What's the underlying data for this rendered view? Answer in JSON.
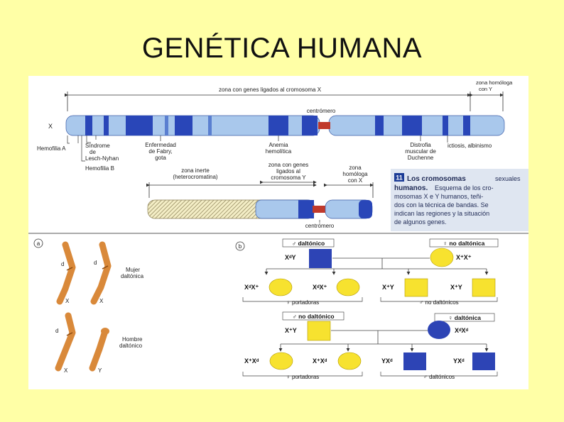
{
  "slide": {
    "title": "GENÉTICA HUMANA"
  },
  "top": {
    "x_zone": "zona con genes ligados al cromosoma X",
    "hom_zone_1": "zona homóloga",
    "hom_zone_2": "con Y",
    "centromere": "centrómero",
    "x_label": "X",
    "hemoA": "Hemofilia A",
    "lesch_1": "Síndrome",
    "lesch_2": "de",
    "lesch_3": "Lesch-Nyhan",
    "hemoB": "Hemofilia B",
    "fabry_1": "Enfermedad",
    "fabry_2": "de Fabry,",
    "fabry_3": "gota",
    "anemia_1": "Anemia",
    "anemia_2": "hemolítica",
    "duch_1": "Distrofia",
    "duch_2": "muscular de",
    "duch_3": "Duchenne",
    "ictiosis": "ictiosis, albinismo",
    "inert_1": "zona inerte",
    "inert_2": "(heterocromatina)",
    "yzone_1": "zona con genes",
    "yzone_2": "ligados al",
    "yzone_3": "cromosoma Y",
    "homx_1": "zona",
    "homx_2": "homóloga",
    "homx_3": "con X",
    "centromere_2": "centrómero"
  },
  "caption": {
    "number": "11",
    "line1_bold": "Los cromosomas",
    "line1_rest": "sexuales",
    "line2_bold": "humanos.",
    "line2_rest": "Esquema de los cro-",
    "line3": "mosomas X e Y humanos, teñi-",
    "line4": "dos con la técnica de bandas. Se",
    "line5": "indican las regiones y la situación",
    "line6": "de algunos genes."
  },
  "panel_a": {
    "label": "a",
    "d1": "d",
    "d2": "d",
    "d3": "d",
    "x1": "X",
    "x2": "X",
    "x3": "X",
    "y1": "Y",
    "mujer_1": "Mujer",
    "mujer_2": "daltónica",
    "hombre_1": "Hombre",
    "hombre_2": "daltónico"
  },
  "panel_b": {
    "label": "b",
    "cross1": {
      "male_label": "♂ daltónico",
      "female_label": "♀ no daltónica",
      "male_geno": "XᵈY",
      "female_geno": "X⁺X⁺",
      "o1": "XᵈX⁺",
      "o2": "XᵈX⁺",
      "o3": "X⁺Y",
      "o4": "X⁺Y",
      "fem_group": "♀ portadoras",
      "male_group": "♂ no daltónicos"
    },
    "cross2": {
      "male_label": "♂ no daltónico",
      "female_label": "♀ daltónica",
      "male_geno": "X⁺Y",
      "female_geno": "XᵈXᵈ",
      "o1": "X⁺Xᵈ",
      "o2": "X⁺Xᵈ",
      "o3": "YXᵈ",
      "o4": "YXᵈ",
      "fem_group": "♀ portadoras",
      "male_group": "♂ daltónicos"
    }
  },
  "colors": {
    "background": "#ffffa6",
    "chrom_light": "#a9c8ec",
    "chrom_band": "#2946b8",
    "centromere": "#c0392b",
    "female_yellow": "#f7e22f",
    "male_blue": "#2d44b5",
    "chrom_orange": "#d9893a",
    "caption_bg": "#dfe6f1",
    "caption_num": "#1c3c96"
  }
}
